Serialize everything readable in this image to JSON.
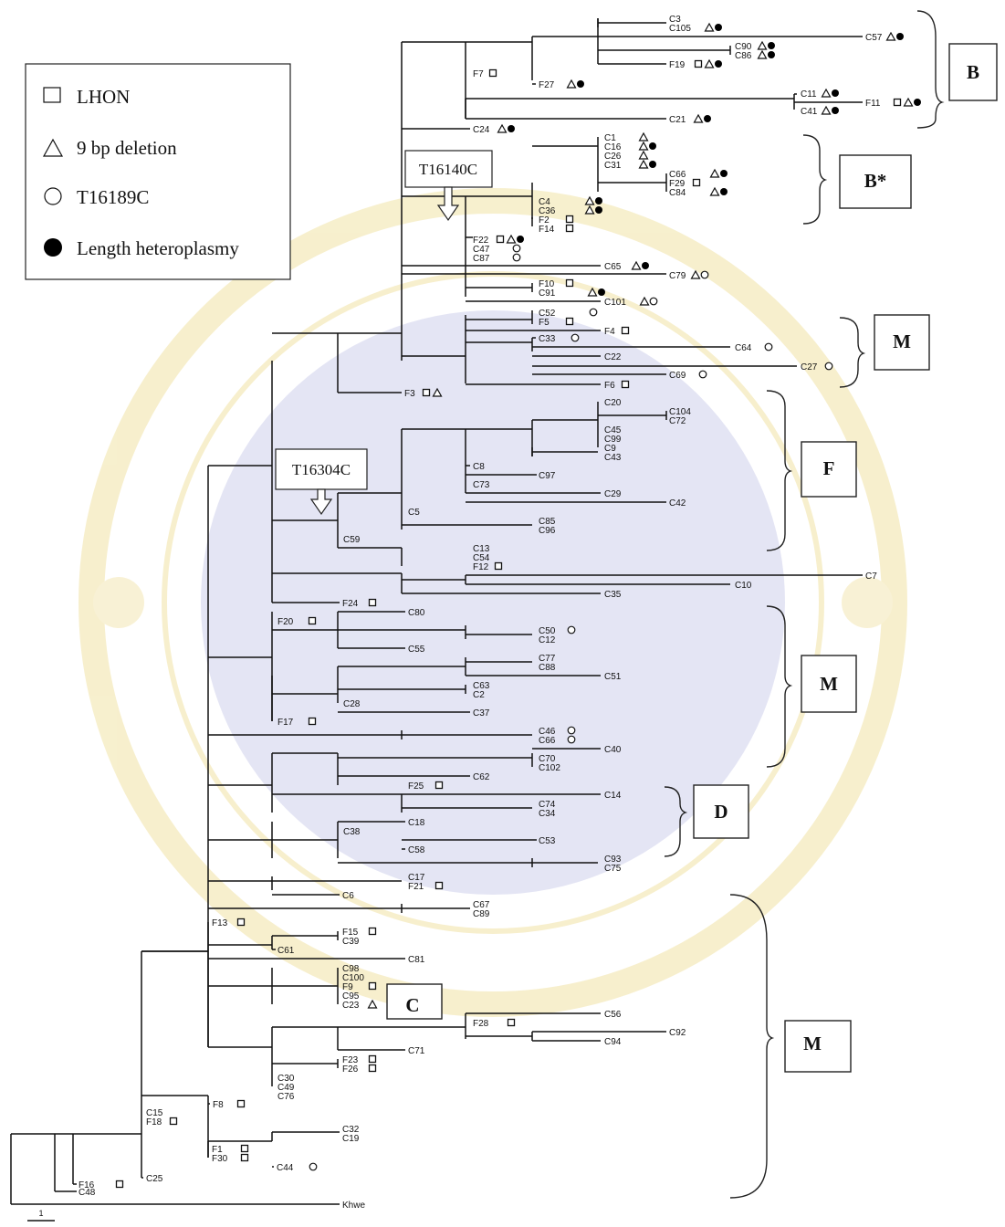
{
  "legend": {
    "lhon": "LHON",
    "del9": "9 bp deletion",
    "t16189c": "T16189C",
    "length": "Length heteroplasmy"
  },
  "mutations": {
    "m1": "T16140C",
    "m2": "T16304C"
  },
  "groups": {
    "B": "B",
    "Bstar": "B*",
    "M1": "M",
    "F": "F",
    "M2": "M",
    "D": "D",
    "C": "C",
    "M3": "M"
  },
  "scale": "1",
  "leaves": {
    "C3": "C3",
    "C105": "C105",
    "C57": "C57",
    "C90": "C90",
    "C86": "C86",
    "F19": "F19",
    "F7": "F7",
    "F27": "F27",
    "C11": "C11",
    "F11": "F11",
    "C41": "C41",
    "C21": "C21",
    "C24": "C24",
    "C1": "C1",
    "C16": "C16",
    "C26": "C26",
    "C31": "C31",
    "C66a": "C66",
    "F29": "F29",
    "C84": "C84",
    "C4": "C4",
    "C36": "C36",
    "F2": "F2",
    "F14": "F14",
    "F22": "F22",
    "C47": "C47",
    "C87": "C87",
    "C65": "C65",
    "C79": "C79",
    "F10": "F10",
    "C91": "C91",
    "C101": "C101",
    "C52": "C52",
    "F5": "F5",
    "F4": "F4",
    "C33": "C33",
    "C64": "C64",
    "C22": "C22",
    "C27": "C27",
    "C69": "C69",
    "F6": "F6",
    "F3": "F3",
    "C20": "C20",
    "C104": "C104",
    "C72": "C72",
    "C45": "C45",
    "C99": "C99",
    "C9": "C9",
    "C43": "C43",
    "C8": "C8",
    "C97": "C97",
    "C73": "C73",
    "C29": "C29",
    "C42": "C42",
    "C5": "C5",
    "C85": "C85",
    "C96": "C96",
    "C59": "C59",
    "C13": "C13",
    "C54": "C54",
    "F12": "F12",
    "C7": "C7",
    "C10": "C10",
    "C35": "C35",
    "F24": "F24",
    "F20": "F20",
    "C80": "C80",
    "C50": "C50",
    "C12": "C12",
    "C55": "C55",
    "C77": "C77",
    "C88": "C88",
    "C51": "C51",
    "C63": "C63",
    "C2": "C2",
    "C28": "C28",
    "C37": "C37",
    "F17": "F17",
    "C46": "C46",
    "C66b": "C66",
    "C70": "C70",
    "C102": "C102",
    "C40": "C40",
    "C62": "C62",
    "F25": "F25",
    "C14": "C14",
    "C74": "C74",
    "C34": "C34",
    "C18": "C18",
    "C38": "C38",
    "C58": "C58",
    "C53": "C53",
    "C93": "C93",
    "C75": "C75",
    "C17": "C17",
    "F21": "F21",
    "C6": "C6",
    "C67": "C67",
    "C89": "C89",
    "F13": "F13",
    "F15": "F15",
    "C39": "C39",
    "C61": "C61",
    "C81": "C81",
    "C98": "C98",
    "C100": "C100",
    "F9": "F9",
    "C95": "C95",
    "C23": "C23",
    "F28": "F28",
    "C56": "C56",
    "C92": "C92",
    "C94": "C94",
    "C71": "C71",
    "F23": "F23",
    "F26": "F26",
    "C30": "C30",
    "C49": "C49",
    "C76": "C76",
    "F8": "F8",
    "C15": "C15",
    "F18": "F18",
    "C32": "C32",
    "C19": "C19",
    "F1": "F1",
    "F30": "F30",
    "C44": "C44",
    "C25": "C25",
    "F16": "F16",
    "C48": "C48",
    "Khwe": "Khwe"
  }
}
